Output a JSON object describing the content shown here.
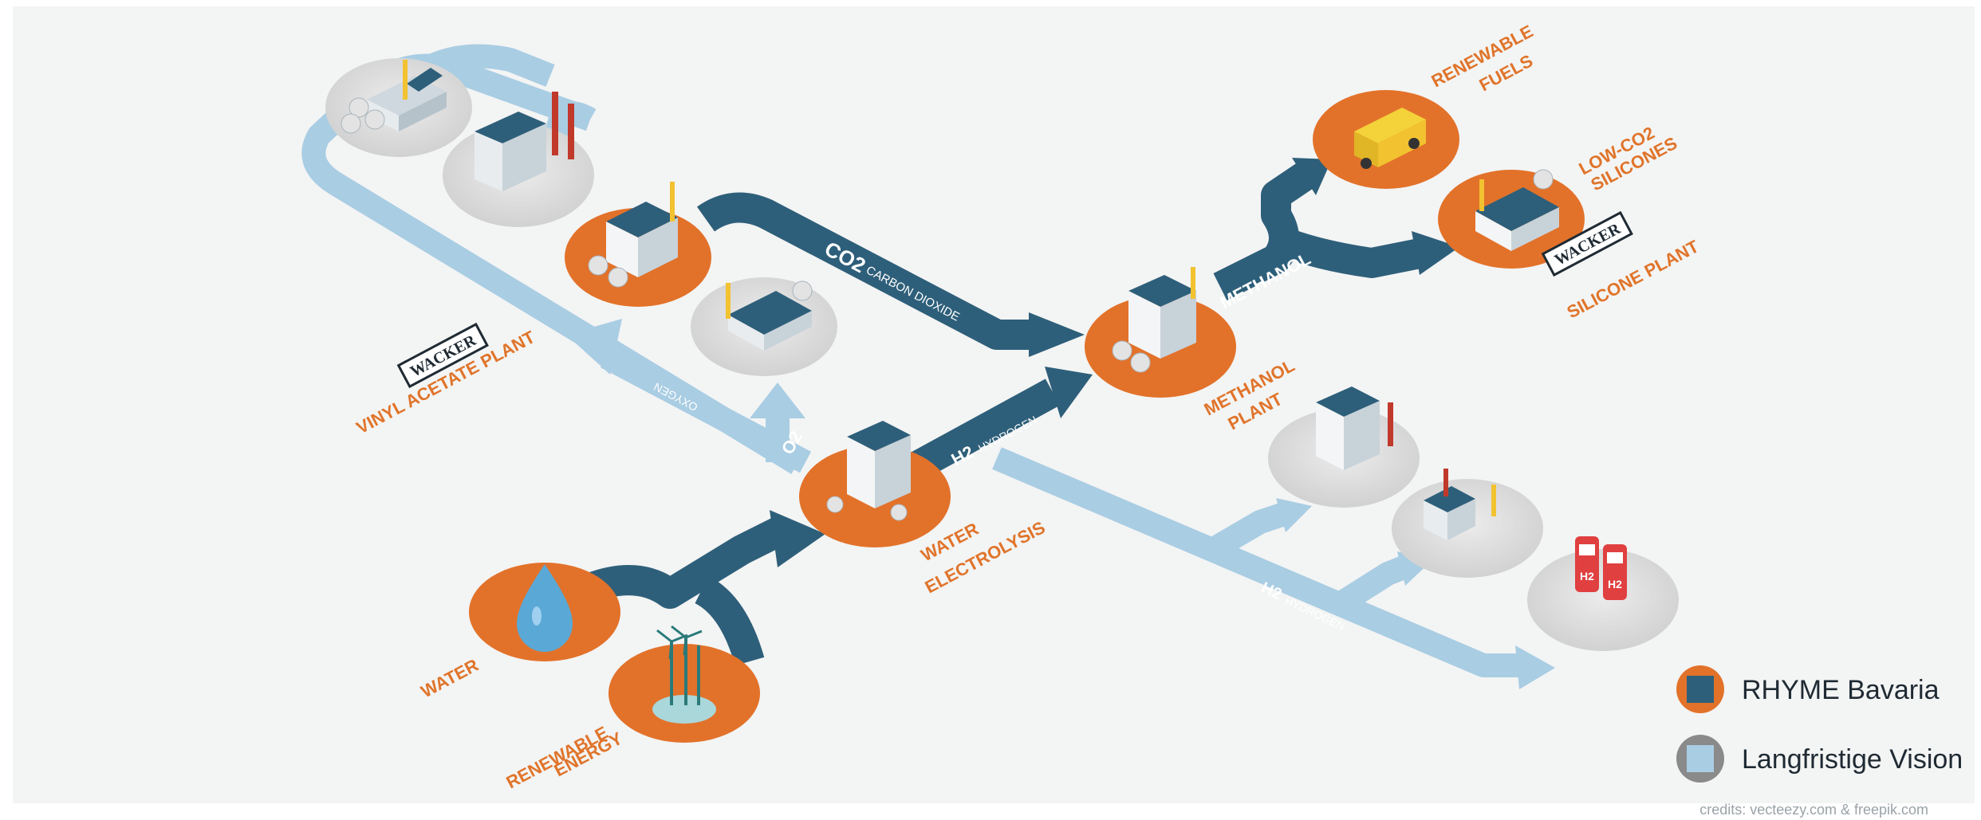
{
  "colors": {
    "orange": "#e2722a",
    "gray_node": "#dcdcdc",
    "dark_flow": "#2e5f7a",
    "light_flow": "#a9cde3",
    "label": "#e0742a",
    "background": "#f3f4f4"
  },
  "nodes": {
    "water": "WATER",
    "renewable_energy": [
      "RENEWABLE",
      "ENERGY"
    ],
    "water_electrolysis": [
      "WATER",
      "ELECTROLYSIS"
    ],
    "methanol_plant": [
      "METHANOL",
      "PLANT"
    ],
    "renewable_fuels": [
      "RENEWABLE",
      "FUELS"
    ],
    "low_co2_silicones": [
      "LOW-CO2",
      "SILICONES"
    ],
    "silicone_plant": "SILICONE PLANT",
    "vinyl_acetate_plant": "VINYL ACETATE PLANT",
    "wacker_logo": "WACKER"
  },
  "flows": {
    "co2": "CO2",
    "co2_sub": "CARBON DIOXIDE",
    "methanol": "METHANOL",
    "h2": "H2",
    "h2_sub": "HYDROGEN",
    "o2": "O2",
    "oxygen": "OXYGEN",
    "h2_lower": "H2",
    "h2_lower_sub": "HYDROGEN"
  },
  "legend": {
    "items": [
      {
        "label": "RHYME Bavaria",
        "ring": "#e2722a",
        "fill": "#2e5f7a"
      },
      {
        "label": "Langfristige Vision",
        "ring": "#8a8a8a",
        "fill": "#a9cde3"
      }
    ]
  },
  "icons": [
    "water-drop-icon",
    "wind-turbine-icon",
    "van-icon",
    "fuel-pump-icon",
    "factory-icon",
    "office-building-icon"
  ],
  "credits": "credits: vecteezy.com & freepik.com"
}
